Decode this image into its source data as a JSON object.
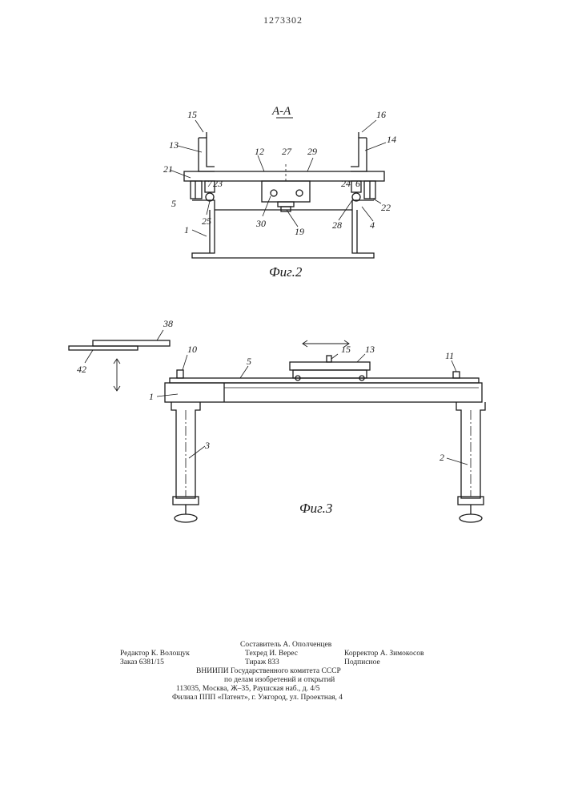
{
  "patent_number": "1273302",
  "section_label": "А-А",
  "figures": {
    "fig2": {
      "caption": "Фиг.2",
      "callouts": [
        "15",
        "16",
        "13",
        "14",
        "12",
        "27",
        "29",
        "21",
        "7",
        "23",
        "24",
        "6",
        "5",
        "25",
        "30",
        "19",
        "28",
        "22",
        "4",
        "1"
      ]
    },
    "fig3": {
      "caption": "Фиг.3",
      "callouts": [
        "38",
        "42",
        "10",
        "5",
        "15",
        "13",
        "11",
        "1",
        "3",
        "2"
      ]
    }
  },
  "imprint": {
    "compiler": "Составитель А. Ополченцев",
    "editor": "Редактор К. Волощук",
    "techred": "Техред И. Верес",
    "corrector": "Корректор А. Зимокосов",
    "order": "Заказ 6381/15",
    "circulation": "Тираж 833",
    "subscription": "Подписное",
    "org_line1": "ВНИИПИ Государственного комитета СССР",
    "org_line2": "по делам изобретений и открытий",
    "address": "113035, Москва, Ж–35, Раушская наб., д. 4/5",
    "branch": "Филиал ППП «Патент», г. Ужгород, ул. Проектная, 4"
  }
}
